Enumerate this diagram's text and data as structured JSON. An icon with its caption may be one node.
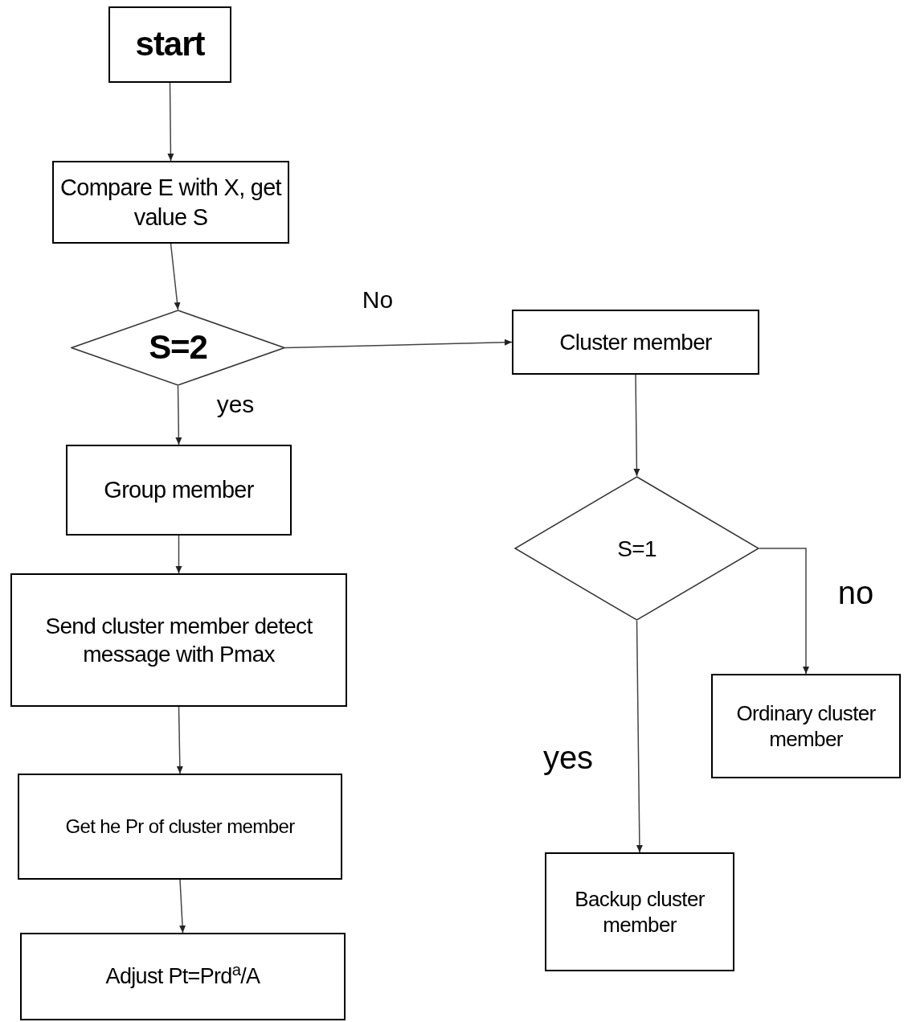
{
  "diagram": {
    "nodes": [
      {
        "text": [
          "start"
        ]
      },
      {
        "text": [
          "Compare E with X, get value S"
        ]
      },
      {
        "text": [
          "S=2"
        ]
      },
      {
        "text": [
          "Cluster member"
        ]
      },
      {
        "text": [
          "Group member"
        ]
      },
      {
        "text": [
          "Send cluster member detect message with Pmax"
        ]
      },
      {
        "text": [
          "Get he Pr of cluster member"
        ]
      },
      {
        "text": [
          "Adjust Pt=Prd$^{a}$/A"
        ]
      },
      {
        "text": [
          "S=1"
        ]
      },
      {
        "text": [
          "Ordinary cluster member"
        ]
      },
      {
        "text": [
          "Backup cluster member"
        ]
      }
    ],
    "edges": [
      {
        "from": 0,
        "to": 1,
        "arrow": "to"
      },
      {
        "from": 1,
        "to": 2,
        "arrow": "to"
      },
      {
        "from": 2,
        "to": 3,
        "arrow": "to",
        "label": "No"
      },
      {
        "from": 2,
        "to": 4,
        "arrow": "to",
        "label": "yes"
      },
      {
        "from": 4,
        "to": 5,
        "arrow": "to"
      },
      {
        "from": 5,
        "to": 6,
        "arrow": "to"
      },
      {
        "from": 6,
        "to": 7,
        "arrow": "to"
      },
      {
        "from": 3,
        "to": 8,
        "arrow": "to"
      },
      {
        "from": 8,
        "to": 9,
        "arrow": "to",
        "label": "no"
      },
      {
        "from": 8,
        "to": 10,
        "arrow": "to",
        "label": "yes"
      }
    ]
  }
}
